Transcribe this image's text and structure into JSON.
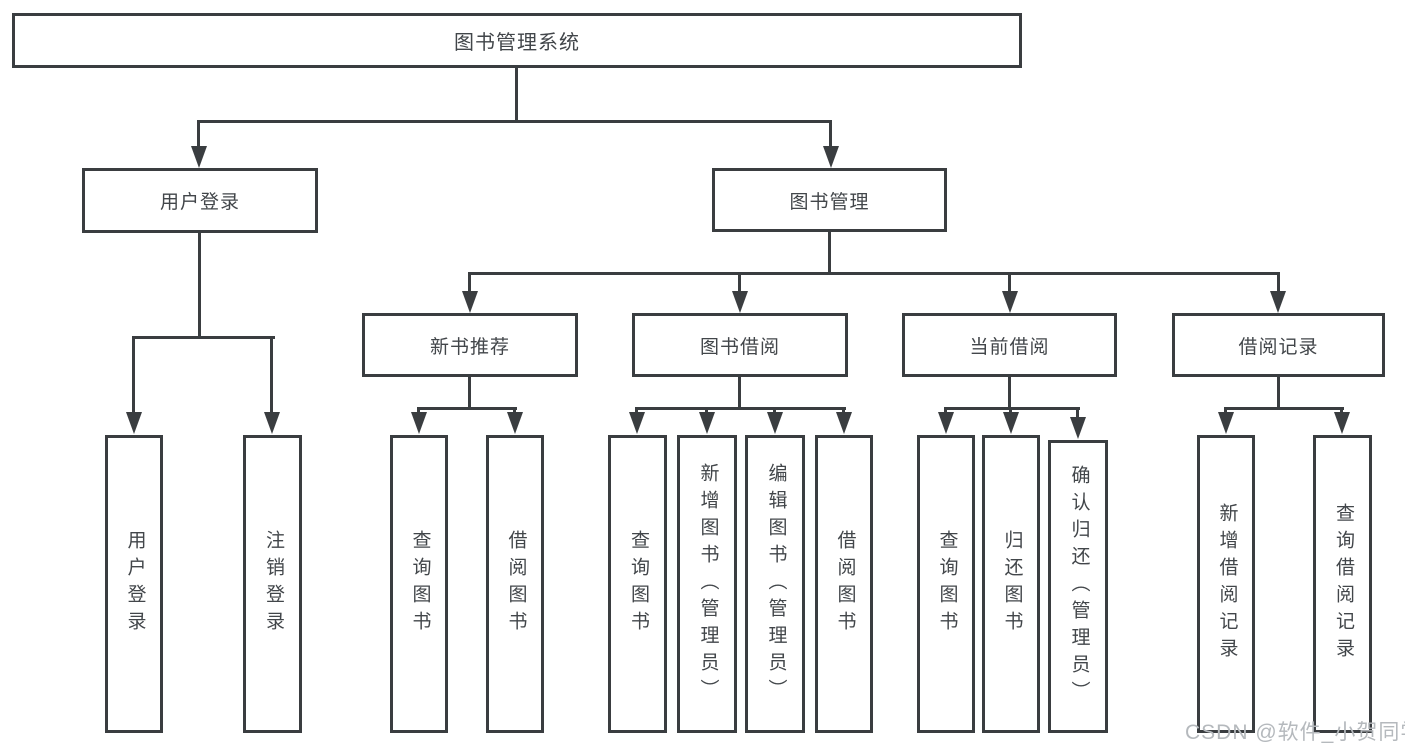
{
  "diagram_title": "图书管理系统",
  "colors": {
    "line": "#3a3d40",
    "text": "#42464a",
    "background": "#ffffff",
    "watermark_text_color": "#b5b9bd"
  },
  "watermark": {
    "text": "CSDN @软件_小贺同学"
  },
  "tree": {
    "label": "图书管理系统",
    "children": [
      {
        "label": "用户登录",
        "children": [
          {
            "label": "用户登录"
          },
          {
            "label": "注销登录"
          }
        ]
      },
      {
        "label": "图书管理",
        "children": [
          {
            "label": "新书推荐",
            "children": [
              {
                "label": "查询图书"
              },
              {
                "label": "借阅图书"
              }
            ]
          },
          {
            "label": "图书借阅",
            "children": [
              {
                "label": "查询图书"
              },
              {
                "label": "新增图书（管理员）"
              },
              {
                "label": "编辑图书（管理员）"
              },
              {
                "label": "借阅图书"
              }
            ]
          },
          {
            "label": "当前借阅",
            "children": [
              {
                "label": "查询图书"
              },
              {
                "label": "归还图书"
              },
              {
                "label": "确认归还（管理员）"
              }
            ]
          },
          {
            "label": "借阅记录",
            "children": [
              {
                "label": "新增借阅记录"
              },
              {
                "label": "查询借阅记录"
              }
            ]
          }
        ]
      }
    ]
  }
}
